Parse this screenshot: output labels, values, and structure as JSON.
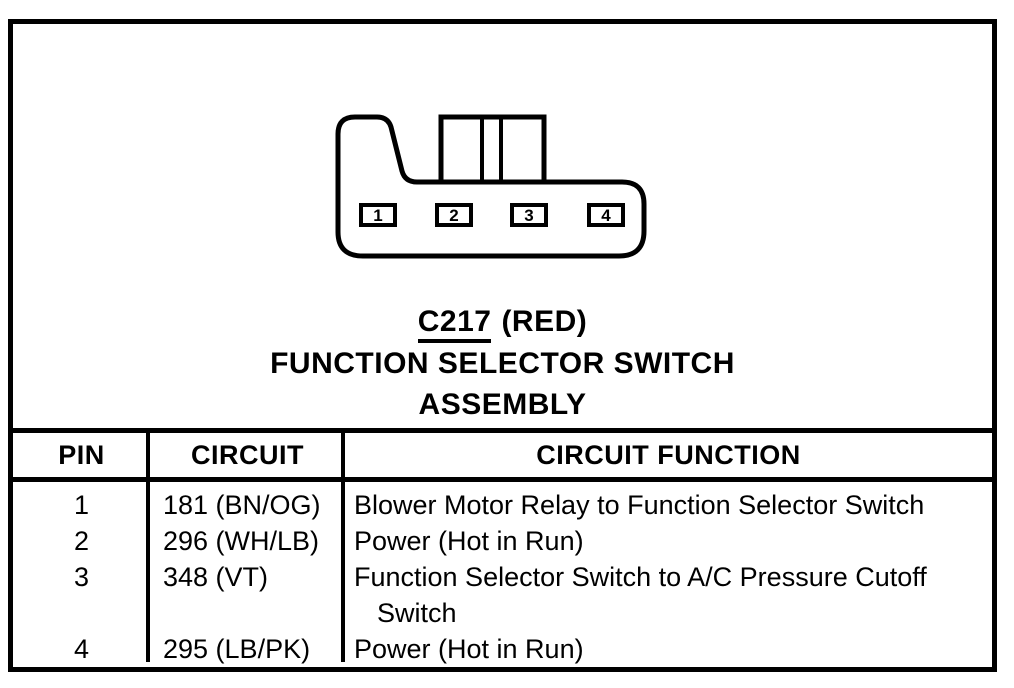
{
  "colors": {
    "ink": "#000000",
    "paper": "#ffffff"
  },
  "connector": {
    "pins": [
      "1",
      "2",
      "3",
      "4"
    ],
    "caption_id": "C217",
    "caption_color": "(RED)",
    "caption_line2": "FUNCTION SELECTOR SWITCH",
    "caption_line3": "ASSEMBLY"
  },
  "table": {
    "headers": [
      "PIN",
      "CIRCUIT",
      "CIRCUIT FUNCTION"
    ],
    "rows": [
      {
        "pin": "1",
        "circuit": "181 (BN/OG)",
        "function": "Blower Motor Relay to Function Selector Switch"
      },
      {
        "pin": "2",
        "circuit": "296 (WH/LB)",
        "function": "Power (Hot in Run)"
      },
      {
        "pin": "3",
        "circuit": "348 (VT)",
        "function": "Function Selector Switch to A/C Pressure Cutoff",
        "function_line2": "Switch"
      },
      {
        "pin": "4",
        "circuit": "295 (LB/PK)",
        "function": "Power (Hot in Run)"
      }
    ]
  }
}
